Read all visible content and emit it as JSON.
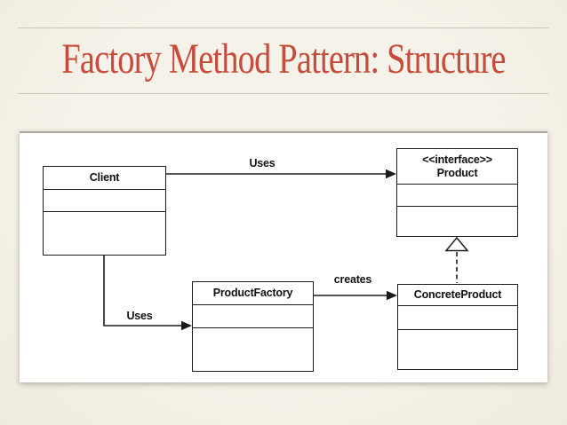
{
  "slide": {
    "title": "Factory Method Pattern: Structure",
    "theme": {
      "accent": "#c74b3a",
      "background": "#f3f0e7",
      "panel": "#ffffff",
      "ink": "#1c1c1c",
      "hairline": "#c9c5bb"
    }
  },
  "diagram": {
    "type": "uml-class-diagram",
    "classes": [
      {
        "name": "Client",
        "stereotype": ""
      },
      {
        "name": "Product",
        "stereotype": "<<interface>>"
      },
      {
        "name": "ProductFactory",
        "stereotype": ""
      },
      {
        "name": "ConcreteProduct",
        "stereotype": ""
      }
    ],
    "relations": [
      {
        "from": "Client",
        "to": "Product",
        "label": "Uses",
        "type": "association"
      },
      {
        "from": "Client",
        "to": "ProductFactory",
        "label": "Uses",
        "type": "association"
      },
      {
        "from": "ProductFactory",
        "to": "ConcreteProduct",
        "label": "creates",
        "type": "association"
      },
      {
        "from": "ConcreteProduct",
        "to": "Product",
        "label": "",
        "type": "realization"
      }
    ]
  }
}
